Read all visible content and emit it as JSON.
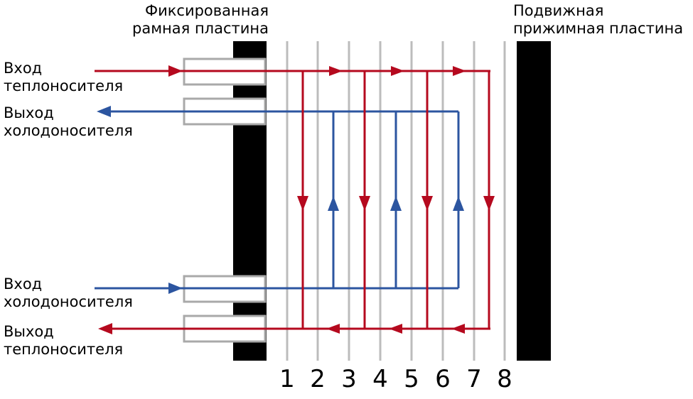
{
  "labels": {
    "fixed_plate": [
      "Фиксированная",
      "рамная пластина"
    ],
    "movable_plate": [
      "Подвижная",
      "прижимная пластина"
    ],
    "hot_in": [
      "Вход",
      "теплоносителя"
    ],
    "cold_out": [
      "Выход",
      "холодоносителя"
    ],
    "cold_in": [
      "Вход",
      "холодоносителя"
    ],
    "hot_out": [
      "Выход",
      "теплоносителя"
    ]
  },
  "plate_numbers": [
    "1",
    "2",
    "3",
    "4",
    "5",
    "6",
    "7",
    "8"
  ],
  "colors": {
    "hot": "#b5091e",
    "cold": "#2c55a0",
    "plate": "#bcbcbc",
    "frame": "#000000",
    "port": "#a9a9a9"
  }
}
